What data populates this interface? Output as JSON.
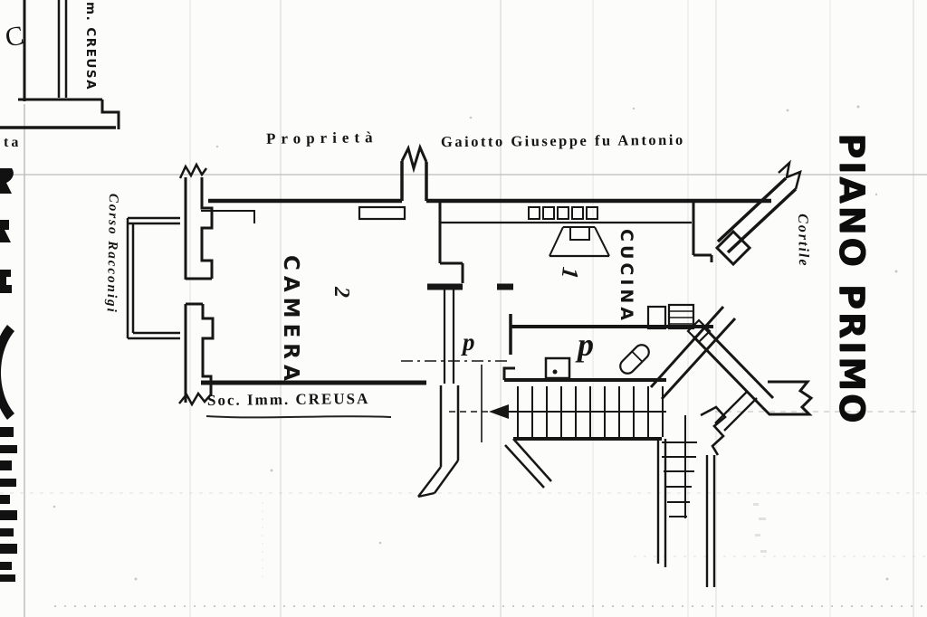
{
  "plan": {
    "floor_title": "PIANO PRIMO",
    "property": {
      "label": "Proprietà",
      "owner": "Gaiotto Giuseppe fu Antonio"
    },
    "street": "Corso Racconigi",
    "company": "Soc. Imm. CREUSA",
    "company_fragment_top": "m. CREUSA",
    "courtyard": "Cortile",
    "rooms": [
      {
        "name": "CAMERA",
        "number": "2"
      },
      {
        "name": "CUCINA",
        "number": "1"
      }
    ],
    "door_marks": [
      "p",
      "p"
    ],
    "fragments": {
      "corner_letter": "C",
      "left_edge_text": "ta"
    },
    "icons": {
      "stairs_direction": "left-arrow",
      "wall_break": "zigzag-break",
      "flue": "diamond"
    },
    "colors": {
      "ink": "#161616",
      "paper": "#fcfcfa",
      "grid": "#c6c6c6"
    }
  }
}
